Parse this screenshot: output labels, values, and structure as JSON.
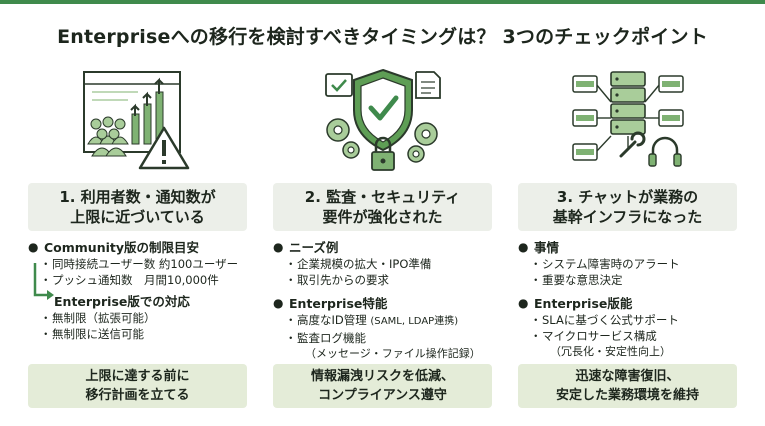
{
  "title": "Enterpriseへの移行を検討すべきタイミングは？ 3つのチェックポイント",
  "colors": {
    "accent": "#3f8a4c",
    "card": "#ecefe9",
    "footer": "#e4ecd8"
  },
  "columns": [
    {
      "icon": "users-growth-warning-icon",
      "heading": [
        "1. 利用者数・通知数が",
        "上限に近づいている"
      ],
      "bullets": [
        {
          "label": "Community版の制限目安",
          "items": [
            "同時接続ユーザー数 約100ユーザー",
            "プッシュ通知数　月間10,000件"
          ]
        },
        {
          "label": "Enterprise版での対応",
          "items": [
            "無制限（拡張可能）",
            "無制限に送信可能"
          ]
        }
      ],
      "footer": [
        "上限に達する前に",
        "移行計画を立てる"
      ]
    },
    {
      "icon": "security-shield-lock-icon",
      "heading": [
        "2. 監査・セキュリティ",
        "要件が強化された"
      ],
      "bullets": [
        {
          "label": "ニーズ例",
          "items": [
            "企業規模の拡大・IPO準備",
            "取引先からの要求"
          ]
        },
        {
          "label": "Enterprise特能",
          "items": [
            "高度なID管理",
            "監査ログ機能"
          ],
          "inline_note": "(SAML, LDAP連携)",
          "note": "（メッセージ・ファイル操作記録）"
        }
      ],
      "footer": [
        "情報漏洩リスクを低減、",
        "コンプライアンス遵守"
      ]
    },
    {
      "icon": "server-network-support-icon",
      "heading": [
        "3. チャットが業務の",
        "基幹インフラになった"
      ],
      "bullets": [
        {
          "label": "事情",
          "items": [
            "システム障害時のアラート",
            "重要な意思決定"
          ]
        },
        {
          "label": "Enterprise版能",
          "items": [
            "SLAに基づく公式サポート",
            "マイクロサービス構成"
          ],
          "note": "（冗長化・安定性向上）"
        }
      ],
      "footer": [
        "迅速な障害復旧、",
        "安定した業務環境を維持"
      ]
    }
  ]
}
